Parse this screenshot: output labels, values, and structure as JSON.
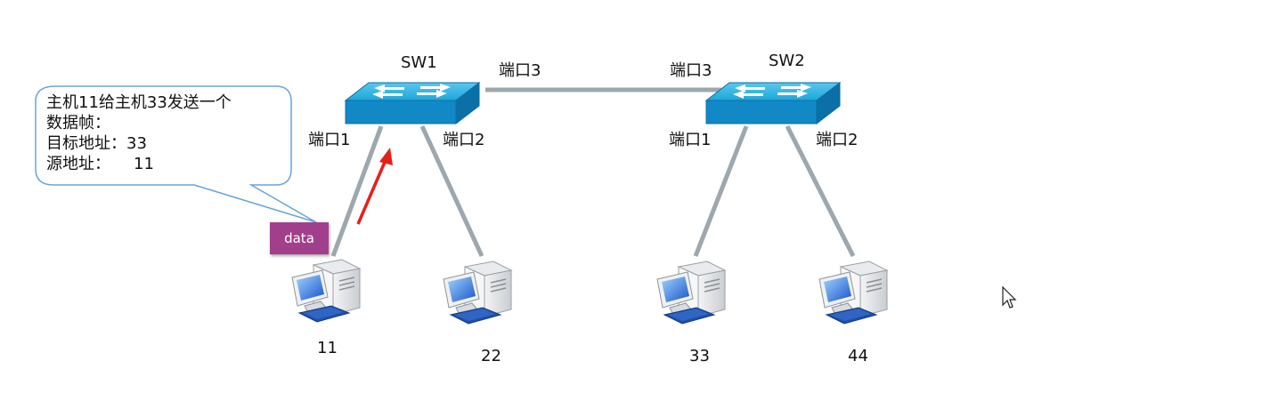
{
  "colors": {
    "switch_top": "#1aa7d8",
    "switch_front": "#1189c6",
    "link": "#9ea7ae",
    "arrow": "#e5201a",
    "data_box": "#a23f8c",
    "callout_border": "#6aa3d8"
  },
  "switches": [
    {
      "name": "SW1",
      "icon": "switch-icon"
    },
    {
      "name": "SW2",
      "icon": "switch-icon"
    }
  ],
  "ports": {
    "sw1": {
      "port1": "端口1",
      "port2": "端口2",
      "port3": "端口3"
    },
    "sw2": {
      "port1": "端口1",
      "port2": "端口2",
      "port3": "端口3"
    }
  },
  "hosts": [
    {
      "label": "11",
      "icon": "computer-icon"
    },
    {
      "label": "22",
      "icon": "computer-icon"
    },
    {
      "label": "33",
      "icon": "computer-icon"
    },
    {
      "label": "44",
      "icon": "computer-icon"
    }
  ],
  "callout": {
    "line1": "主机11给主机33发送一个",
    "line2": "数据帧：",
    "line3": "目标地址：33",
    "line4_label": "源地址：",
    "line4_value": "11"
  },
  "frame": {
    "label": "data"
  },
  "cursor": {
    "icon": "mouse-pointer-icon"
  }
}
